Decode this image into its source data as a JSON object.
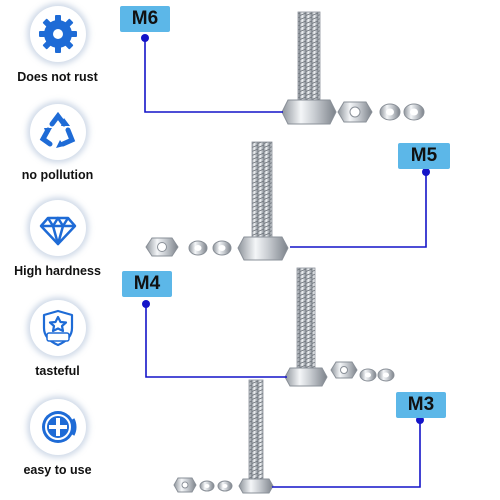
{
  "features": [
    {
      "label": "Does not rust",
      "icon": "gear-icon"
    },
    {
      "label": "no pollution",
      "icon": "recycle-icon"
    },
    {
      "label": "High hardness",
      "icon": "diamond-icon"
    },
    {
      "label": "tasteful",
      "icon": "vip-shield-icon"
    },
    {
      "label": "easy to use",
      "icon": "tool-icon"
    }
  ],
  "sizes": [
    "M6",
    "M5",
    "M4",
    "M3"
  ],
  "colors": {
    "accent_blue": "#1e6bd6",
    "callout_line": "#1414c8",
    "badge_bg": "#5cb7e8",
    "steel": "#c9cdd2"
  }
}
